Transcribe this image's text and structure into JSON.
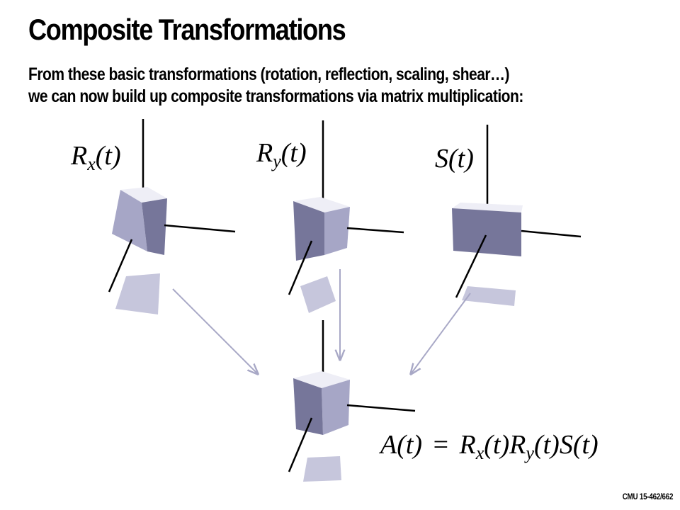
{
  "slide": {
    "title": "Composite Transformations",
    "subtitle_line1": "From these basic transformations (rotation, reflection, scaling, shear…)",
    "subtitle_line2": "we can now build up composite transformations via matrix multiplication:",
    "footer": "CMU 15-462/662"
  },
  "labels": {
    "rx": {
      "base": "R",
      "sub": "x",
      "arg": "(t)"
    },
    "ry": {
      "base": "R",
      "sub": "y",
      "arg": "(t)"
    },
    "s": {
      "base": "S",
      "arg": "(t)"
    },
    "composite": {
      "lhs_base": "A",
      "lhs_arg": "(t)",
      "eq": "=",
      "t1_base": "R",
      "t1_sub": "x",
      "t1_arg": "(t)",
      "t2_base": "R",
      "t2_sub": "y",
      "t2_arg": "(t)",
      "t3_base": "S",
      "t3_arg": "(t)"
    }
  },
  "colors": {
    "cube_top": "#eeeef6",
    "cube_front": "#76769a",
    "cube_side": "#a6a6c6",
    "shadow": "#c6c6dc",
    "arrow": "#a8a8c6"
  }
}
